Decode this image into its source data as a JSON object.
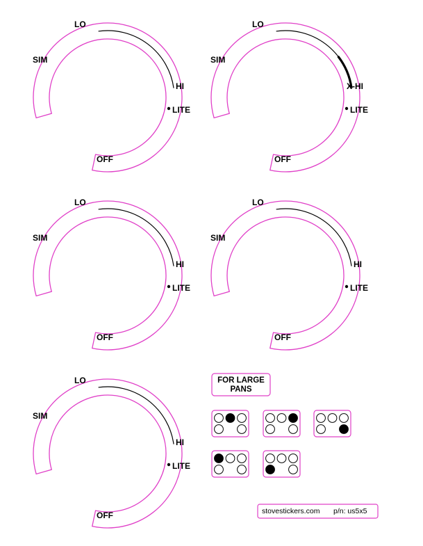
{
  "dials": [
    {
      "lo": "LO",
      "hi": "HI",
      "sim": "SIM",
      "lite": "LITE",
      "off": "OFF",
      "extra_high": false
    },
    {
      "lo": "LO",
      "hi": "X-HI",
      "sim": "SIM",
      "lite": "LITE",
      "off": "OFF",
      "extra_high": true
    },
    {
      "lo": "LO",
      "hi": "HI",
      "sim": "SIM",
      "lite": "LITE",
      "off": "OFF",
      "extra_high": false
    },
    {
      "lo": "LO",
      "hi": "HI",
      "sim": "SIM",
      "lite": "LITE",
      "off": "OFF",
      "extra_high": false
    },
    {
      "lo": "LO",
      "hi": "HI",
      "sim": "SIM",
      "lite": "LITE",
      "off": "OFF",
      "extra_high": false
    }
  ],
  "large_pans": {
    "line1": "FOR LARGE",
    "line2": "PANS"
  },
  "burner_indicators": [
    {
      "filled": [
        0,
        1,
        0,
        0,
        0,
        0
      ]
    },
    {
      "filled": [
        0,
        0,
        1,
        0,
        0,
        0
      ]
    },
    {
      "filled": [
        0,
        0,
        0,
        0,
        0,
        1
      ]
    },
    {
      "filled": [
        1,
        0,
        0,
        0,
        0,
        0
      ]
    },
    {
      "filled": [
        0,
        0,
        0,
        1,
        0,
        0
      ]
    }
  ],
  "footer": {
    "site": "stovestickers.com",
    "part": "p/n:  us5x5"
  },
  "colors": {
    "outline": "#e040c8",
    "ink": "#000000"
  }
}
